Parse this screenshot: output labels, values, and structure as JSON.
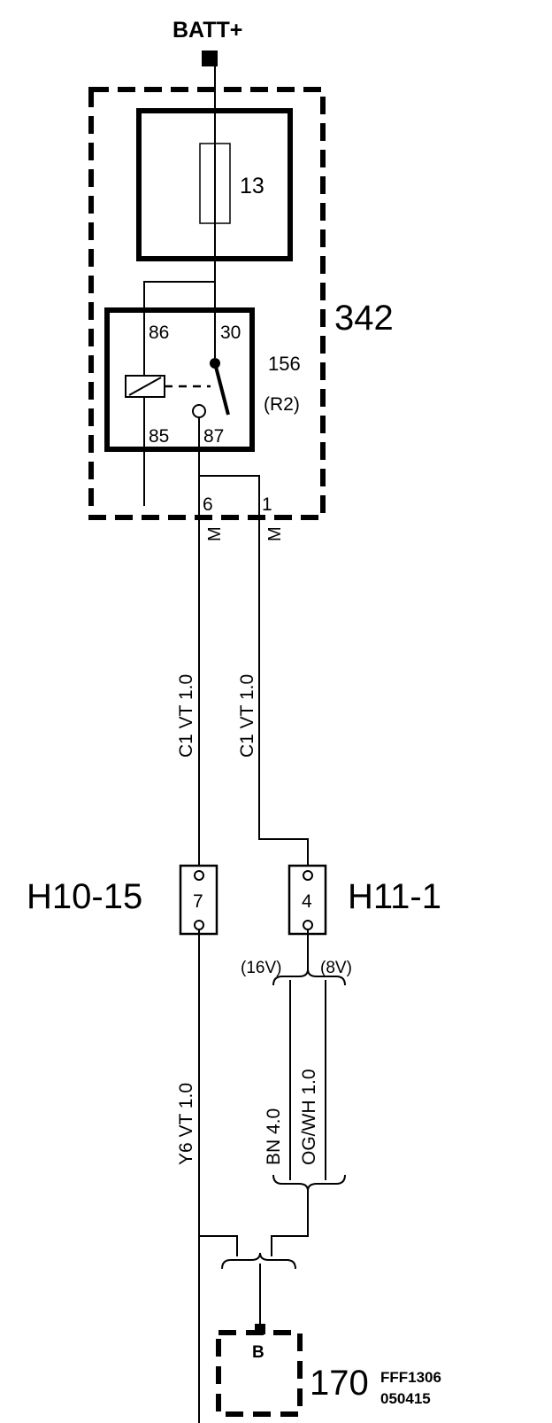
{
  "power": {
    "label": "BATT+"
  },
  "fuse_box": {
    "id": "342"
  },
  "fuse": {
    "number": "13"
  },
  "relay": {
    "id": "156",
    "ref": "(R2)",
    "pin_86": "86",
    "pin_30": "30",
    "pin_85": "85",
    "pin_87": "87"
  },
  "box_pins": {
    "left": "6",
    "right": "1",
    "left_code": "M",
    "right_code": "M"
  },
  "wires": {
    "left_upper": "C1  VT  1.0",
    "right_upper": "C1  VT  1.0",
    "left_lower": "Y6  VT  1.0",
    "bn": "BN  4.0",
    "ogwh": "OG/WH  1.0"
  },
  "connectors": {
    "left": {
      "id": "H10-15",
      "pin": "7"
    },
    "right": {
      "id": "H11-1",
      "pin": "4"
    }
  },
  "variants": {
    "v16": "(16V)",
    "v8": "(8V)"
  },
  "component": {
    "id": "170",
    "pin": "B"
  },
  "drawing": {
    "ref": "FFF1306",
    "date": "050415"
  }
}
